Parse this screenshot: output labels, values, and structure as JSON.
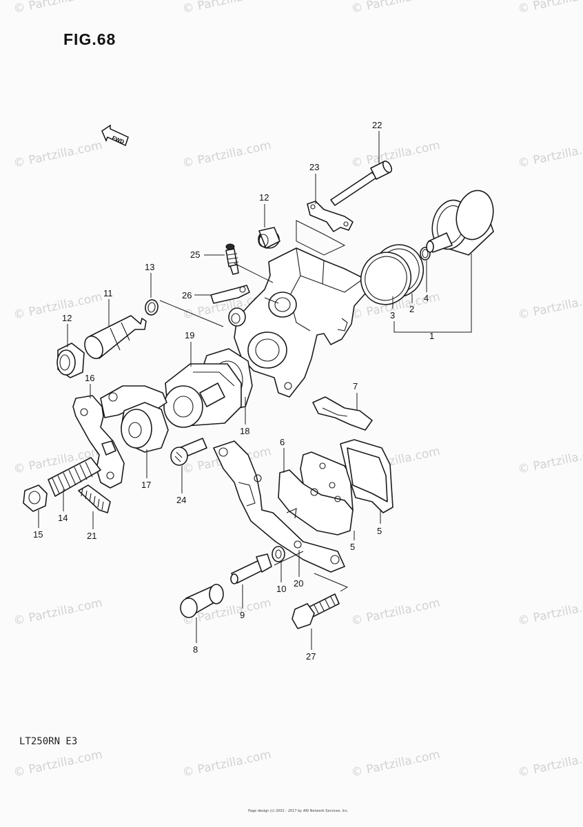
{
  "figure": {
    "title": "FIG.68",
    "model": "LT250RN E3",
    "fwd_label": "FWD",
    "footer": "Page design (c) 2001 - 2017 by ARI Network Services, Inc."
  },
  "watermark": {
    "text": "© Partzilla.com"
  },
  "callouts": [
    {
      "id": "c22",
      "label": "22"
    },
    {
      "id": "c23",
      "label": "23"
    },
    {
      "id": "c12a",
      "label": "12"
    },
    {
      "id": "c25",
      "label": "25"
    },
    {
      "id": "c13",
      "label": "13"
    },
    {
      "id": "c11",
      "label": "11"
    },
    {
      "id": "c26",
      "label": "26"
    },
    {
      "id": "c12b",
      "label": "12"
    },
    {
      "id": "c19",
      "label": "19"
    },
    {
      "id": "c16",
      "label": "16"
    },
    {
      "id": "c3",
      "label": "3"
    },
    {
      "id": "c2",
      "label": "2"
    },
    {
      "id": "c4",
      "label": "4"
    },
    {
      "id": "c1",
      "label": "1"
    },
    {
      "id": "c7",
      "label": "7"
    },
    {
      "id": "c18",
      "label": "18"
    },
    {
      "id": "c17",
      "label": "17"
    },
    {
      "id": "c24",
      "label": "24"
    },
    {
      "id": "c6",
      "label": "6"
    },
    {
      "id": "c5a",
      "label": "5"
    },
    {
      "id": "c5b",
      "label": "5"
    },
    {
      "id": "c14",
      "label": "14"
    },
    {
      "id": "c15",
      "label": "15"
    },
    {
      "id": "c21",
      "label": "21"
    },
    {
      "id": "c10",
      "label": "10"
    },
    {
      "id": "c20",
      "label": "20"
    },
    {
      "id": "c9",
      "label": "9"
    },
    {
      "id": "c8",
      "label": "8"
    },
    {
      "id": "c27",
      "label": "27"
    }
  ]
}
